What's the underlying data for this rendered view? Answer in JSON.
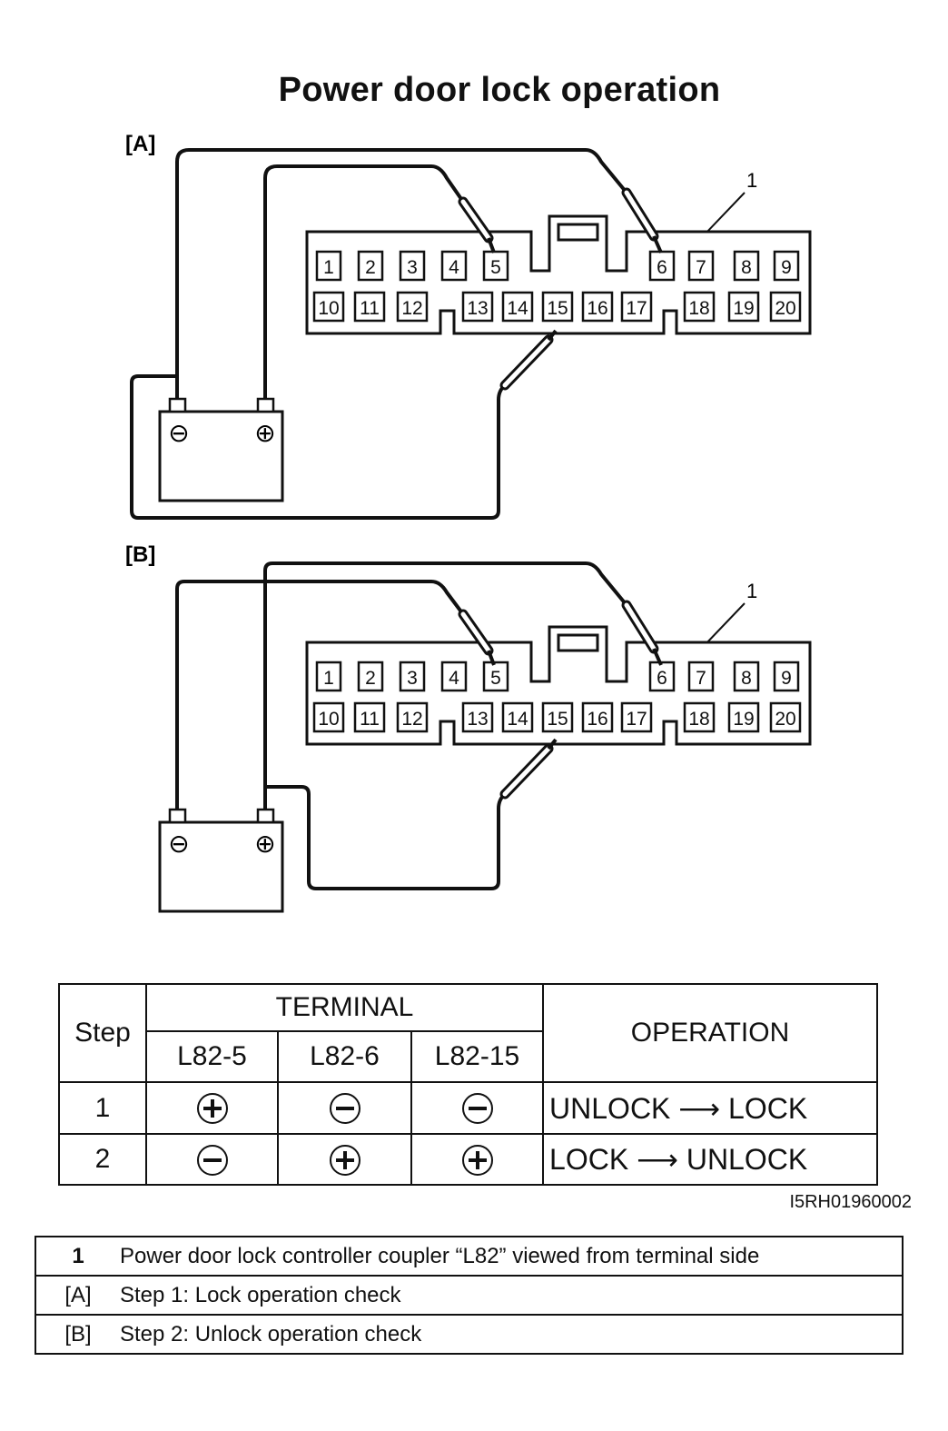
{
  "title": "Power door lock operation",
  "diagrams": [
    {
      "label": "[A]",
      "callout": "1"
    },
    {
      "label": "[B]",
      "callout": "1"
    }
  ],
  "connector": {
    "top_row": [
      "1",
      "2",
      "3",
      "4",
      "5",
      "6",
      "7",
      "8",
      "9"
    ],
    "bottom_row": [
      "10",
      "11",
      "12",
      "13",
      "14",
      "15",
      "16",
      "17",
      "18",
      "19",
      "20"
    ]
  },
  "battery": {
    "neg_symbol": "⊖",
    "pos_symbol": "⊕"
  },
  "table": {
    "step_header": "Step",
    "terminal_header": "TERMINAL",
    "terminals": [
      "L82-5",
      "L82-6",
      "L82-15"
    ],
    "operation_header": "OPERATION",
    "rows": [
      {
        "step": "1",
        "signs": [
          "plus",
          "minus",
          "minus"
        ],
        "operation": "UNLOCK ⟶ LOCK"
      },
      {
        "step": "2",
        "signs": [
          "minus",
          "plus",
          "plus"
        ],
        "operation": "LOCK ⟶ UNLOCK"
      }
    ]
  },
  "figure_code": "I5RH01960002",
  "legend": [
    {
      "key": "1",
      "text": "Power door lock controller coupler “L82” viewed from terminal side"
    },
    {
      "key": "[A]",
      "text": "Step 1: Lock operation check"
    },
    {
      "key": "[B]",
      "text": "Step 2: Unlock operation check"
    }
  ]
}
